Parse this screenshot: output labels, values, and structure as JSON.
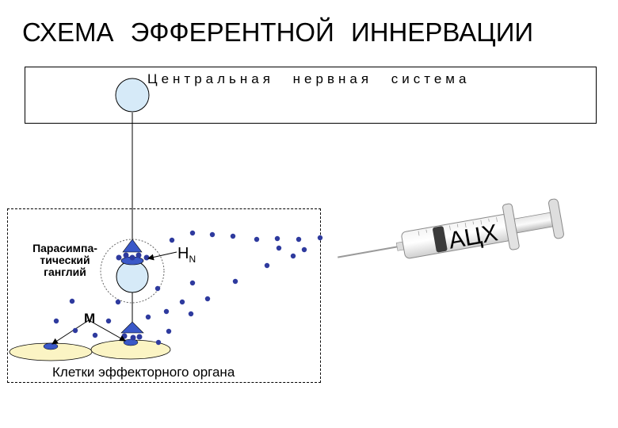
{
  "title": "СХЕМА ЭФФЕРЕНТНОЙ ИННЕРВАЦИИ",
  "cns_label": "Центральная нервная система",
  "ganglion_label_1": "Парасимпа-",
  "ganglion_label_2": "тический",
  "ganglion_label_3": "ганглий",
  "receptor_n_label": "Н",
  "receptor_n_sub": "N",
  "receptor_m_label": "М",
  "effector_label": "Клетки эффекторного органа",
  "syringe_label": "АЦХ",
  "colors": {
    "neuron_fill": "#d6eaf8",
    "ach_dot": "#2e3a9e",
    "receptor": "#3a58c8",
    "effector_fill": "#fbf4c4"
  }
}
